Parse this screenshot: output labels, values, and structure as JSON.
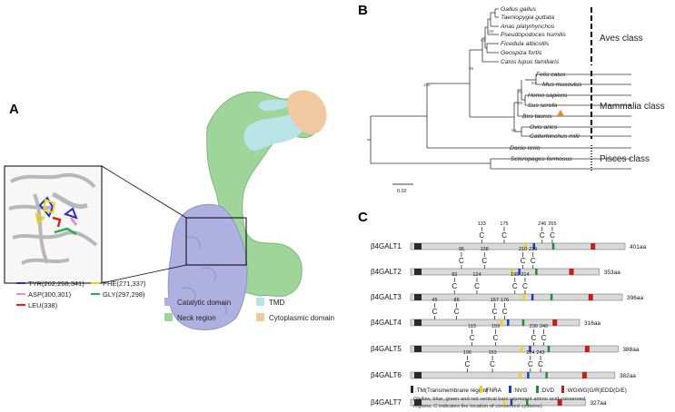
{
  "panels": {
    "a": "A",
    "b": "B",
    "c": "C"
  },
  "panel_a": {
    "legend_residues": [
      {
        "label": "TYR(262,268,341)",
        "color": "#2b2bd6"
      },
      {
        "label": "PHE(271,337)",
        "color": "#e8d21a"
      },
      {
        "label": "ASP(300,301)",
        "color": "#f08fb0"
      },
      {
        "label": "GLY(297,298)",
        "color": "#22b14c"
      },
      {
        "label": "LEU(338)",
        "color": "#e02020"
      }
    ],
    "legend_domains": [
      {
        "label": "Catalytic domain",
        "color": "#aeb0e0"
      },
      {
        "label": "TMD",
        "color": "#b9e3e6"
      },
      {
        "label": "Neck region",
        "color": "#9fd49a"
      },
      {
        "label": "Cytoplasmic domain",
        "color": "#f0c9a0"
      }
    ]
  },
  "panel_b": {
    "taxa": [
      "Gallus gallus",
      "Taeniopygia guttata",
      "Anas platyrhynchos",
      "Pseudopodoces humilis",
      "Ficedula albicollis",
      "Geospiza fortis",
      "Canis lupus familiaris",
      "Felis catus",
      "Mus musculus",
      "Homo sapiens",
      "Sus scrofa",
      "Bos taurus",
      "Ovis aries",
      "Callorhinchus milii",
      "Danio rerio",
      "Scleropages formosus"
    ],
    "bootstrap": [
      "100",
      "83",
      "99",
      "94",
      "70",
      "99",
      "99",
      "100"
    ],
    "classes": [
      "Aves class",
      "Mammalia class",
      "Pisces class"
    ],
    "scale": "0.02",
    "highlight_color": "#e8872a"
  },
  "panel_c": {
    "genes": [
      {
        "name": "β4GALT1",
        "length": "401aa",
        "cys": [
          "133",
          "175",
          "246",
          "265"
        ]
      },
      {
        "name": "β4GALT2",
        "length": "353aa",
        "cys": [
          "95",
          "138",
          "210",
          "229"
        ]
      },
      {
        "name": "β4GALT3",
        "length": "396aa",
        "cys": [
          "82",
          "124",
          "195",
          "214"
        ]
      },
      {
        "name": "β4GALT4",
        "length": "316aa",
        "cys": [
          "45",
          "86",
          "157",
          "176"
        ]
      },
      {
        "name": "β4GALT5",
        "length": "388aa",
        "cys": [
          "115",
          "159",
          "230",
          "249"
        ]
      },
      {
        "name": "β4GALT6",
        "length": "382aa",
        "cys": [
          "106",
          "153",
          "224",
          "243"
        ]
      },
      {
        "name": "β4GALT7",
        "length": "327aa",
        "cys": []
      }
    ],
    "cys_letter": "C",
    "legend": {
      "tm": ":TM(Transmembrane region)",
      "fnra": ":FNRA",
      "nvg": ":NVG",
      "dvd": ":DVD",
      "wgwg": ":WGWG(G/R)EDD(D/E)",
      "note1": "(Yellow, blue, green and red vertical bars represent amino acid-conserved",
      "note2": "regions; C indicates the location of conserved cysteine)"
    },
    "colors": {
      "tm": "#2a2a2a",
      "fnra": "#e8d21a",
      "nvg": "#1f3fb0",
      "dvd": "#1f8a3a",
      "wgwg": "#c0201a",
      "bar": "#d9d9d9"
    }
  }
}
